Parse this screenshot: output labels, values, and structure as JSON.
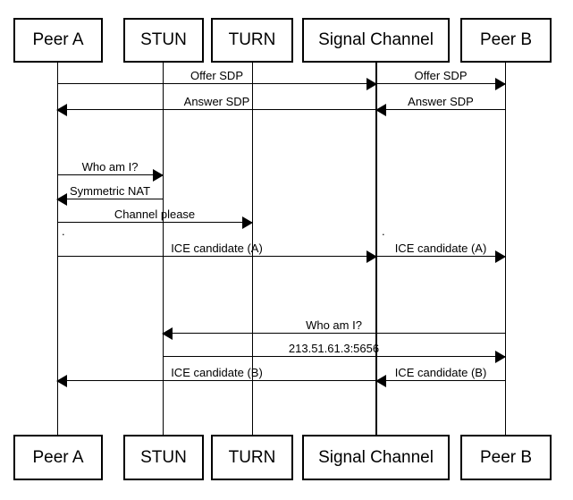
{
  "diagram": {
    "background": "#ffffff",
    "line_color": "#000000",
    "text_color": "#000000"
  },
  "actors": [
    {
      "label": "Peer A"
    },
    {
      "label": "STUN"
    },
    {
      "label": "TURN"
    },
    {
      "label": "Signal Channel"
    },
    {
      "label": "Peer B"
    }
  ],
  "messages": [
    {
      "label": "Offer SDP",
      "from": "Peer A",
      "to": "Signal Channel"
    },
    {
      "label": "Offer SDP",
      "from": "Signal Channel",
      "to": "Peer B"
    },
    {
      "label": "Answer SDP",
      "from": "Signal Channel",
      "to": "Peer A"
    },
    {
      "label": "Answer SDP",
      "from": "Peer B",
      "to": "Signal Channel"
    },
    {
      "label": "Who am I?",
      "from": "Peer A",
      "to": "STUN"
    },
    {
      "label": "Symmetric NAT",
      "from": "STUN",
      "to": "Peer A"
    },
    {
      "label": "Channel please",
      "from": "Peer A",
      "to": "TURN"
    },
    {
      "label": "ICE candidate (A)",
      "from": "Peer A",
      "to": "Signal Channel"
    },
    {
      "label": "ICE candidate (A)",
      "from": "Signal Channel",
      "to": "Peer B"
    },
    {
      "label": "Who am I?",
      "from": "Peer B",
      "to": "STUN"
    },
    {
      "label": "213.51.61.3:5656",
      "from": "STUN",
      "to": "Peer B"
    },
    {
      "label": "ICE candidate (B)",
      "from": "Signal Channel",
      "to": "Peer A"
    },
    {
      "label": "ICE candidate (B)",
      "from": "Peer B",
      "to": "Signal Channel"
    }
  ],
  "dots": [
    ".",
    "."
  ]
}
